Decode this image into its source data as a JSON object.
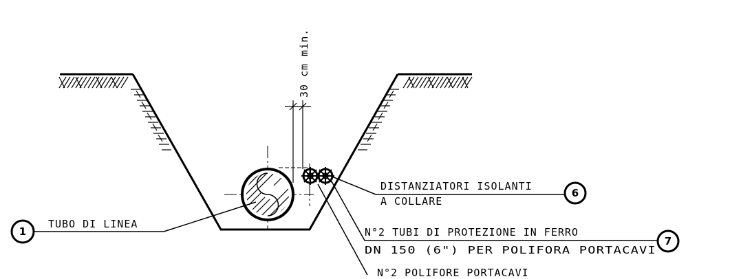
{
  "drawing": {
    "dimension_label": "30 cm min.",
    "callouts": [
      {
        "number": "1",
        "lines": [
          "TUBO DI LINEA"
        ]
      },
      {
        "number": "6",
        "lines": [
          "DISTANZIATORI ISOLANTI",
          "A COLLARE"
        ]
      },
      {
        "number": "7",
        "lines": [
          "N°2 TUBI DI PROTEZIONE IN FERRO",
          "DN 150 (6\") PER POLIFORA PORTACAVI"
        ]
      }
    ],
    "extra_note": "N°2 POLIFORE PORTACAVI"
  },
  "colors": {
    "ink": "#000000",
    "background": "#ffffff"
  }
}
